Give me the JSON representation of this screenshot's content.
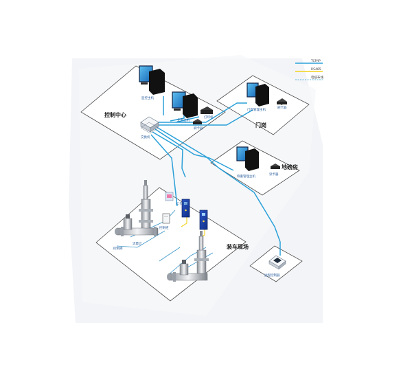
{
  "zones": {
    "control_center": "控制中心",
    "gate": "门岗",
    "weighbridge": "地磅房",
    "loading_site": "装车现场"
  },
  "devices": {
    "monitor_host": "监控主机",
    "business_host": "业务主机",
    "printer": "打印机",
    "card_writer": "刷卡器",
    "switch": "交换机",
    "gate_host": "门岗管理主机",
    "gate_card_reader": "刷卡器",
    "weigh_host": "称重管理主机",
    "weigh_reader": "读卡器",
    "terminal": "IC卡终端",
    "control_box": "控制柜",
    "flowmeter": "流量计",
    "valve": "控制阀",
    "remote_controller": "远程控制器"
  },
  "legend": [
    {
      "label": "TCP/IP",
      "color": "#2aa0d8"
    },
    {
      "label": "RS485",
      "color": "#f2d21a"
    },
    {
      "label": "电缆布线",
      "color": "#5ab8d8"
    }
  ]
}
